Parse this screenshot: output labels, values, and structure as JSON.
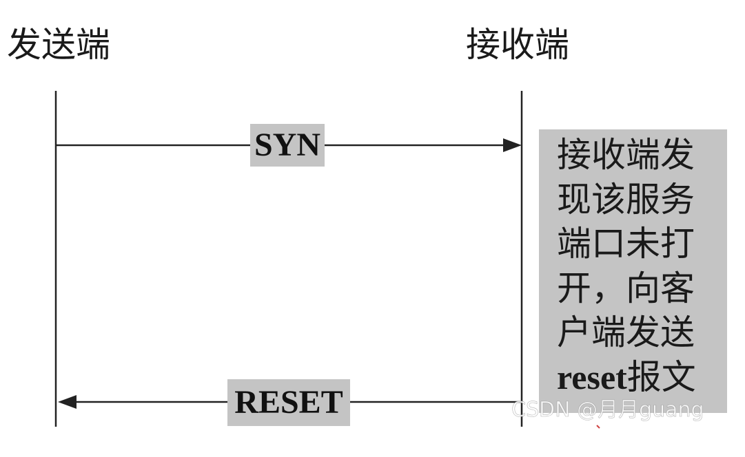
{
  "endpoints": {
    "sender": "发送端",
    "receiver": "接收端"
  },
  "messages": {
    "syn": "SYN",
    "reset": "RESET"
  },
  "note": {
    "line1": "接收端发",
    "line2": "现该服务",
    "line3": "端口未打",
    "line4": "开，向客",
    "line5": "户端发送",
    "line6_word": "reset",
    "line6_rest": "报文"
  },
  "watermark": "CSDN @月月guang",
  "colors": {
    "line": "#222222",
    "highlight": "#c4c4c4",
    "background": "#ffffff"
  }
}
